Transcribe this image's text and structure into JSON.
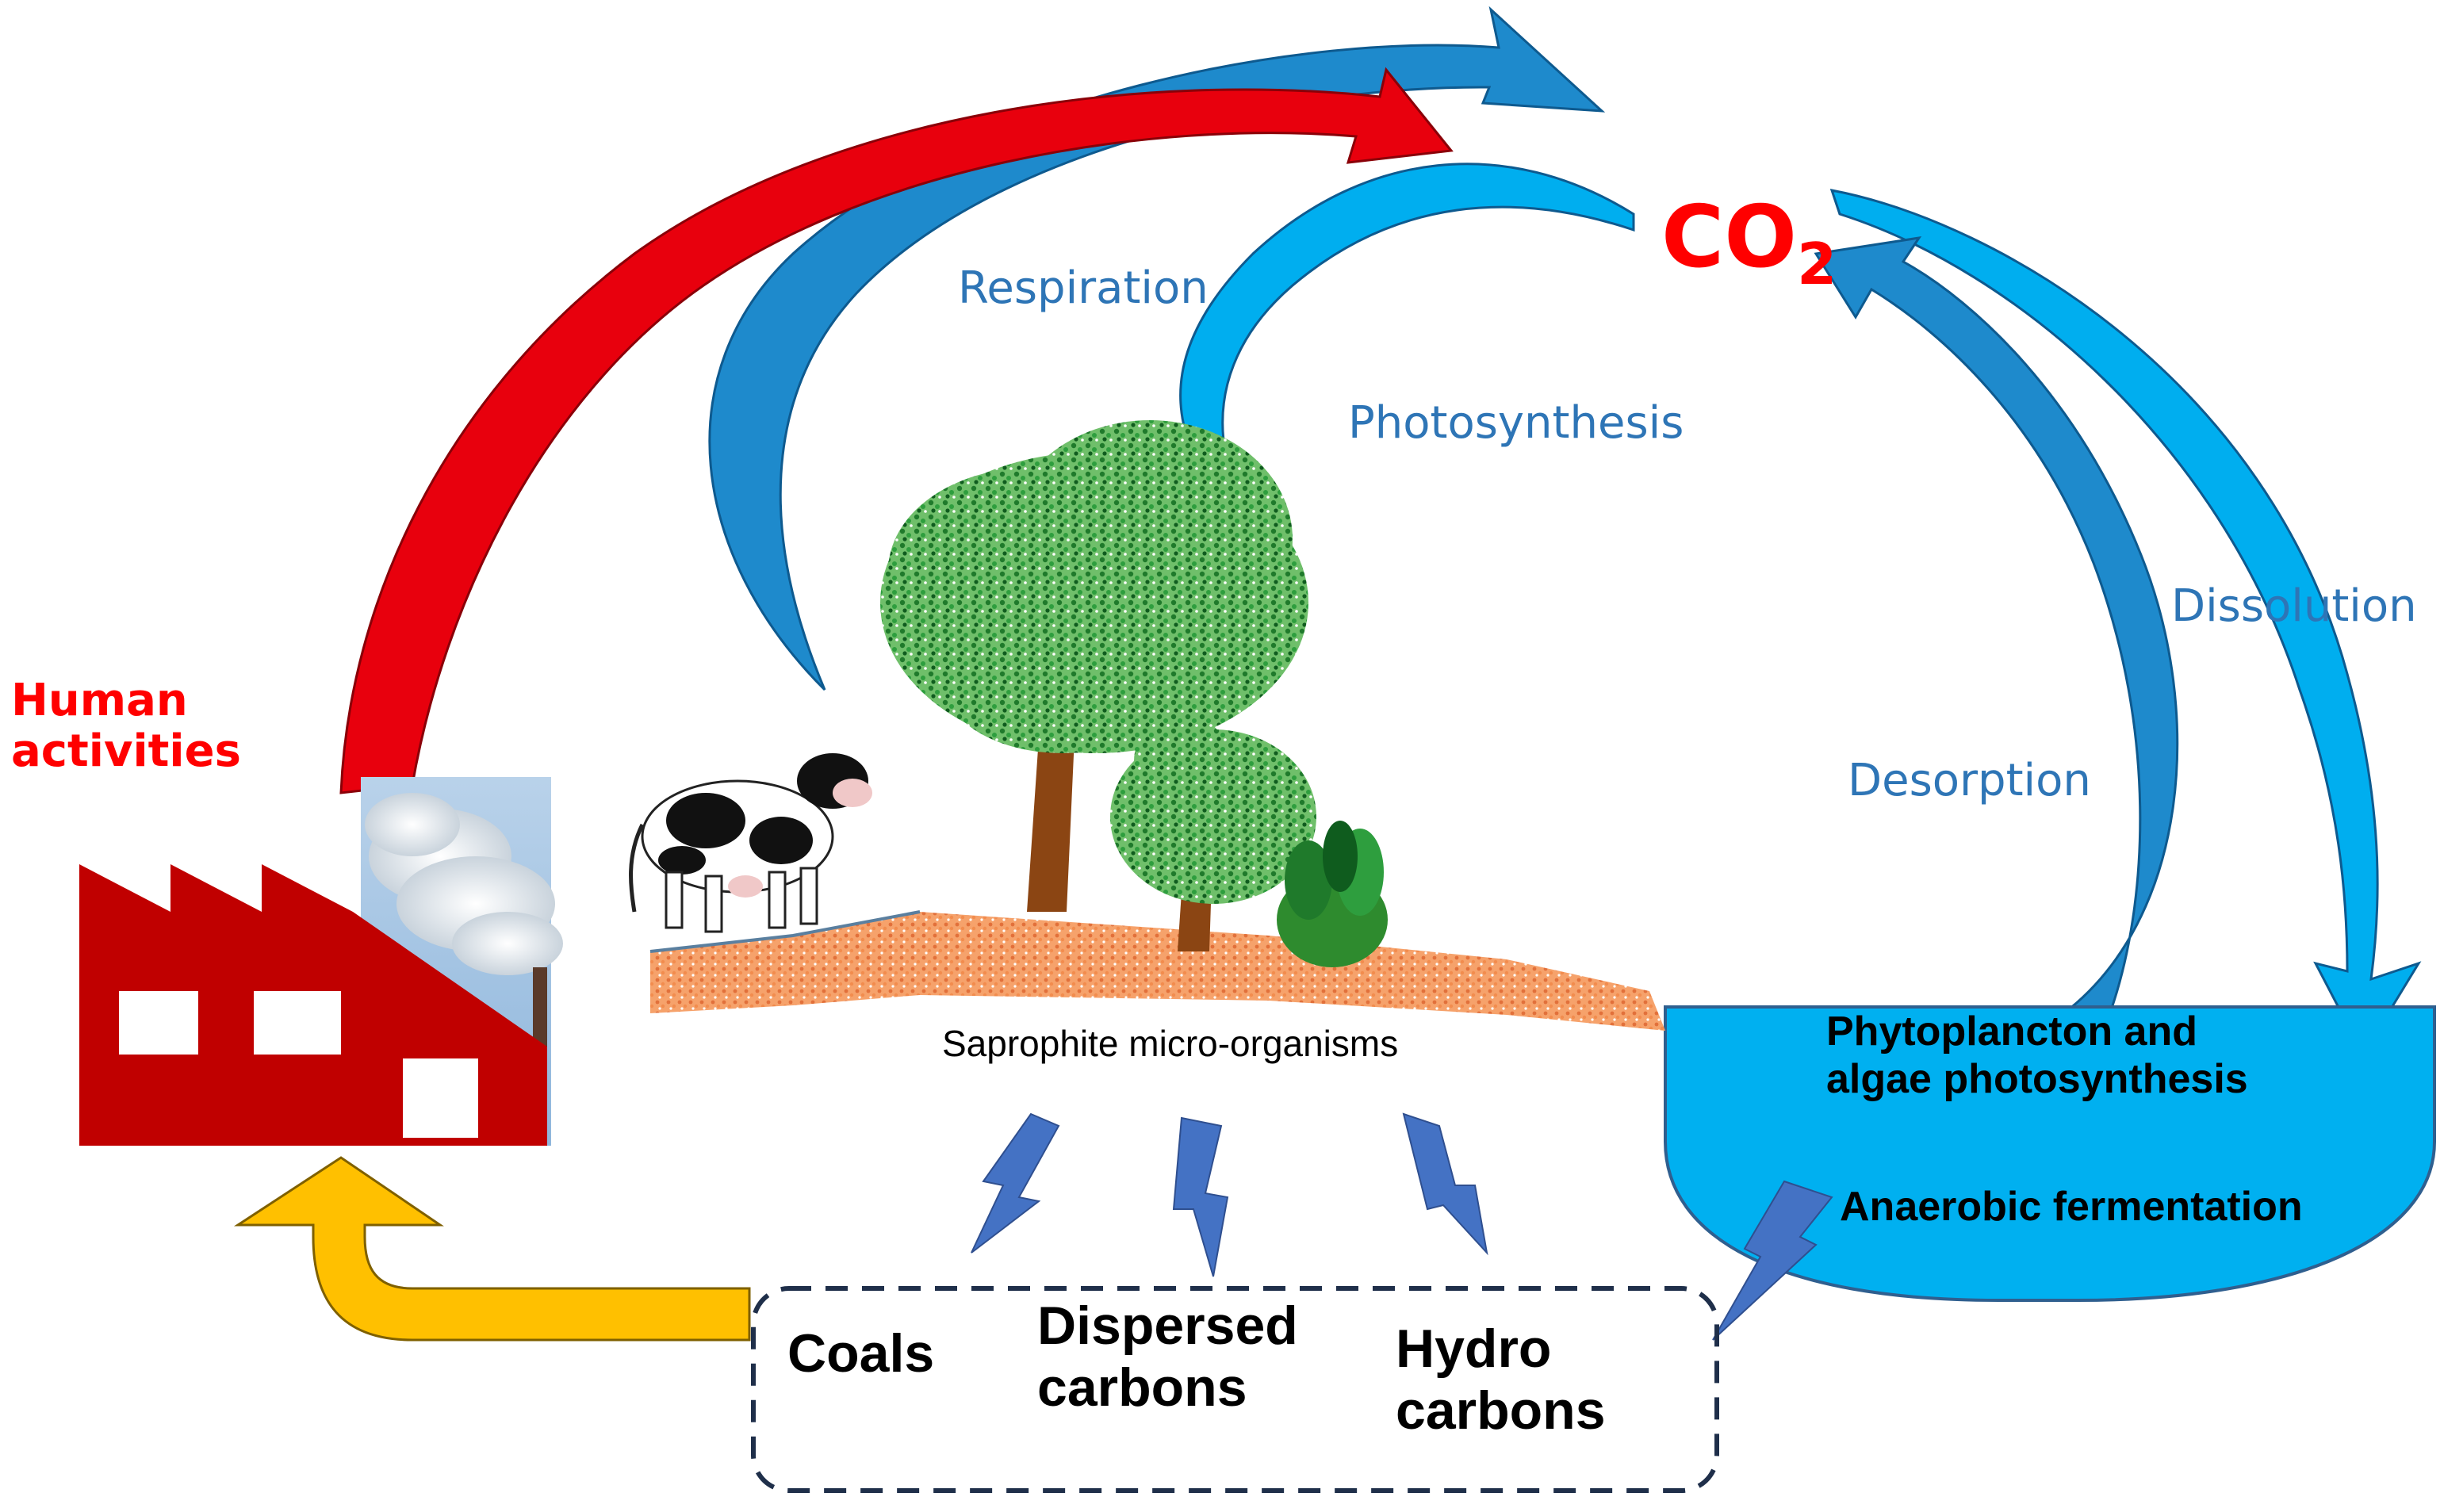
{
  "labels": {
    "co2_main": "CO",
    "co2_sub": "2",
    "respiration": "Respiration",
    "photosynthesis": "Photosynthesis",
    "dissolution": "Dissolution",
    "desorption": "Desorption",
    "human_line1": "Human",
    "human_line2": "activities",
    "saprophite": "Saprophite micro-organisms",
    "phyto_line1": "Phytoplancton and",
    "phyto_line2": "algae  photosynthesis",
    "anaerobic": "Anaerobic fermentation",
    "coals": "Coals",
    "dispersed_line1": "Dispersed",
    "dispersed_line2": "carbons",
    "hydro_line1": "Hydro",
    "hydro_line2": "carbons"
  },
  "colors": {
    "human_arrow": "#E8000D",
    "respiration_arrow": "#1E8ACC",
    "dissolution_arrow": "#00AEEF",
    "fossil_arrow": "#FFC000",
    "factory": "#C00000",
    "ocean": "#00B0F0",
    "lightning": "#4472C4",
    "soil": "#F08B4A",
    "foliage": "#2E8B2E",
    "trunk": "#8B4513"
  },
  "icons": [
    "factory-icon",
    "smoke-photo",
    "cow-illustration",
    "tree-illustration",
    "shrub-illustration",
    "lightning-icon"
  ]
}
